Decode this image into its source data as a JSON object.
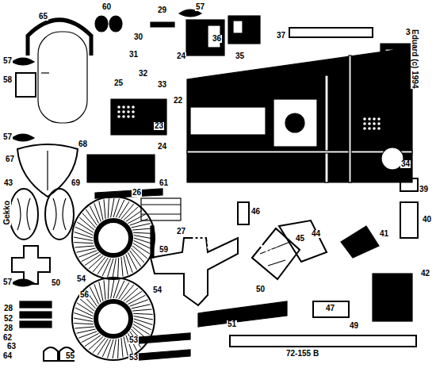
{
  "diagram": {
    "labels": [
      "65",
      "60",
      "29",
      "57",
      "36",
      "37",
      "38",
      "Eduard (c) 1994",
      "57",
      "31",
      "30",
      "24",
      "35",
      "58",
      "25",
      "32",
      "33",
      "22",
      "23",
      "57",
      "67",
      "68",
      "24",
      "34",
      "43",
      "69",
      "61",
      "26",
      "39",
      "46",
      "40",
      "41",
      "44",
      "45",
      "27",
      "Gekko",
      "50",
      "54",
      "59",
      "50",
      "57",
      "56",
      "28",
      "52",
      "28",
      "62",
      "63",
      "64",
      "55",
      "53",
      "53",
      "54",
      "51",
      "47",
      "42",
      "49",
      "72-155 B"
    ]
  }
}
